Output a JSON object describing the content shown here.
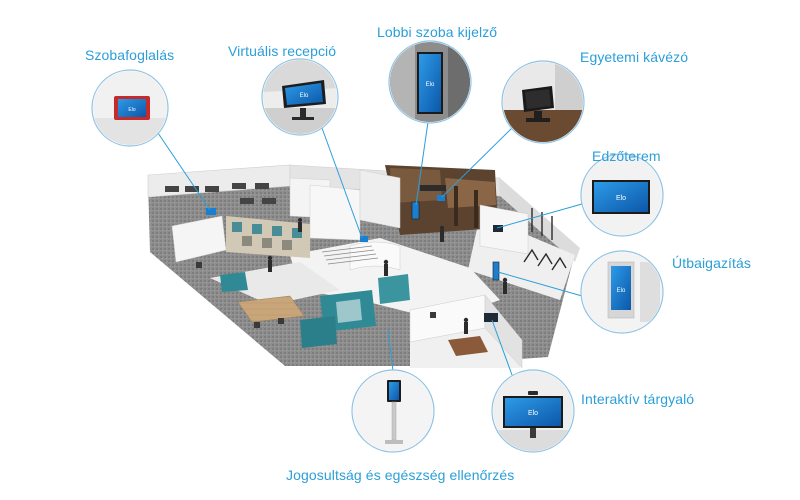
{
  "labels": {
    "szobafoglalas": "Szobafoglalás",
    "virtualis_recepcio": "Virtuális recepció",
    "lobbi_szoba_kijelzo": "Lobbi szoba kijelző",
    "egyetemi_kavezo": "Egyetemi kávézó",
    "edzoterem": "Edzőterem",
    "utbaigazitas": "Útbaigazítás",
    "interaktiv_targyalo": "Interaktív tárgyaló",
    "jogosultsag": "Jogosultság és egészség ellenőrzés"
  },
  "brand": "Elo",
  "colors": {
    "accent": "#2a9fd8",
    "circle_border": "#8fc3e3",
    "screen_blue": "#1a7fd0"
  },
  "icons": [
    "room-booking-device-icon",
    "reception-kiosk-icon",
    "lobby-display-icon",
    "cafe-pos-icon",
    "gym-wall-display-icon",
    "wayfinding-totem-icon",
    "meeting-room-display-icon",
    "health-check-kiosk-icon"
  ]
}
